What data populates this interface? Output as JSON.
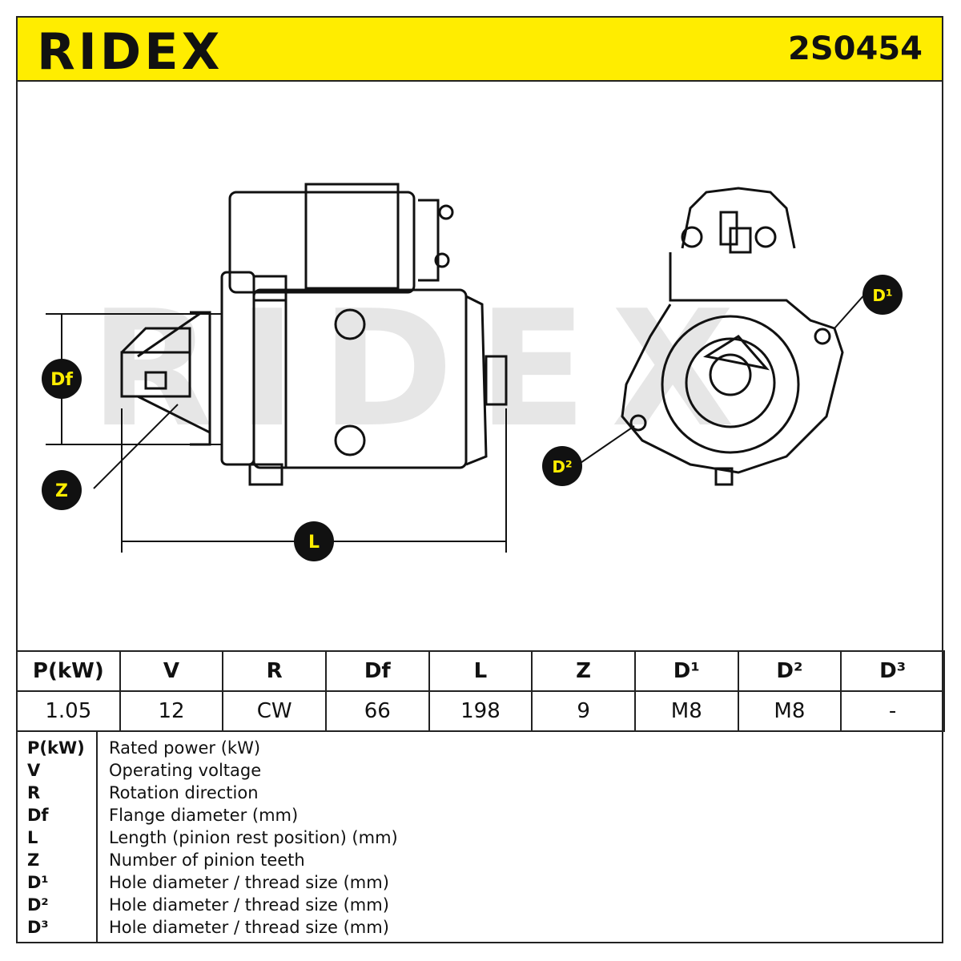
{
  "header": {
    "brand": "RIDEX",
    "part_number": "2S0454"
  },
  "drawing": {
    "watermark": "RIDEX",
    "labels": {
      "df": "Df",
      "z": "Z",
      "l": "L",
      "d1": "D¹",
      "d2": "D²"
    },
    "colors": {
      "badge": "#111111",
      "badge_text": "#ffed00",
      "watermark": "#e6e6e6",
      "line": "#111111"
    }
  },
  "spec_table": {
    "headers": [
      "P(kW)",
      "V",
      "R",
      "Df",
      "L",
      "Z",
      "D¹",
      "D²",
      "D³"
    ],
    "values": [
      "1.05",
      "12",
      "CW",
      "66",
      "198",
      "9",
      "M8",
      "M8",
      "-"
    ]
  },
  "legend": [
    {
      "key": "P(kW)",
      "desc": "Rated power (kW)"
    },
    {
      "key": "V",
      "desc": "Operating voltage"
    },
    {
      "key": "R",
      "desc": "Rotation direction"
    },
    {
      "key": "Df",
      "desc": "Flange diameter (mm)"
    },
    {
      "key": "L",
      "desc": "Length (pinion rest position) (mm)"
    },
    {
      "key": "Z",
      "desc": "Number of pinion teeth"
    },
    {
      "key": "D¹",
      "desc": "Hole diameter / thread size (mm)"
    },
    {
      "key": "D²",
      "desc": "Hole diameter / thread size (mm)"
    },
    {
      "key": "D³",
      "desc": "Hole diameter / thread size (mm)"
    }
  ],
  "colors": {
    "header_bg": "#ffed00",
    "border": "#222222"
  }
}
